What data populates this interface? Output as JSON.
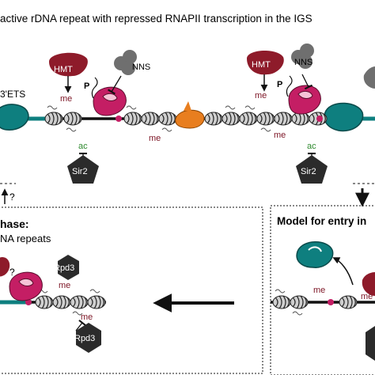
{
  "header": {
    "title": "active rDNA repeat with repressed RNAPII transcription in the IGS",
    "ets_label": "3'ETS"
  },
  "labels": {
    "hmt": "HMT",
    "nns": "NNS",
    "phospho": "P",
    "me": "me",
    "ac": "ac",
    "sir2": "Sir2",
    "rpd3": "Rpd3",
    "question": "?"
  },
  "left_panel": {
    "title": "hase:",
    "subtitle": "NA repeats"
  },
  "right_panel": {
    "title": "Model for entry in"
  },
  "colors": {
    "dna_black": "#111111",
    "teal_segment": "#0e7f7f",
    "hmt_red": "#8e1b2a",
    "rnapii_pink": "#c41e64",
    "nns_gray": "#6f6f6f",
    "sir2_dark": "#2b2b2b",
    "orange": "#e87e1f",
    "me_text": "#7d1626",
    "ac_text": "#2f8a2f"
  }
}
